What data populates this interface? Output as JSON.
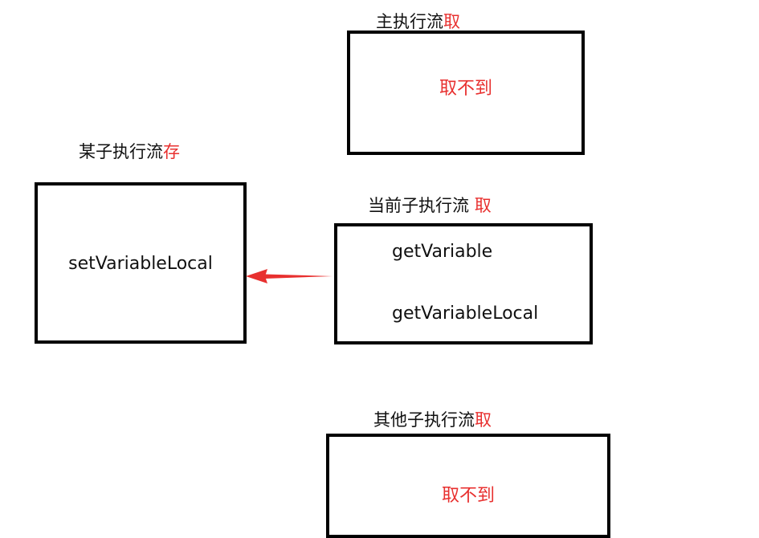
{
  "colors": {
    "text": "#111111",
    "accent": "#e8302f",
    "border": "#000000"
  },
  "main_flow": {
    "label_prefix": "主执行流",
    "label_accent": "取",
    "content": "取不到"
  },
  "some_subflow": {
    "label_prefix": "某子执行流",
    "label_accent": "存",
    "content": "setVariableLocal"
  },
  "current_subflow": {
    "label_prefix": "当前子执行流",
    "label_accent": "取",
    "items": [
      "getVariable",
      "getVariableLocal"
    ]
  },
  "other_subflow": {
    "label_prefix": "其他子执行流",
    "label_accent": "取",
    "content": "取不到"
  }
}
